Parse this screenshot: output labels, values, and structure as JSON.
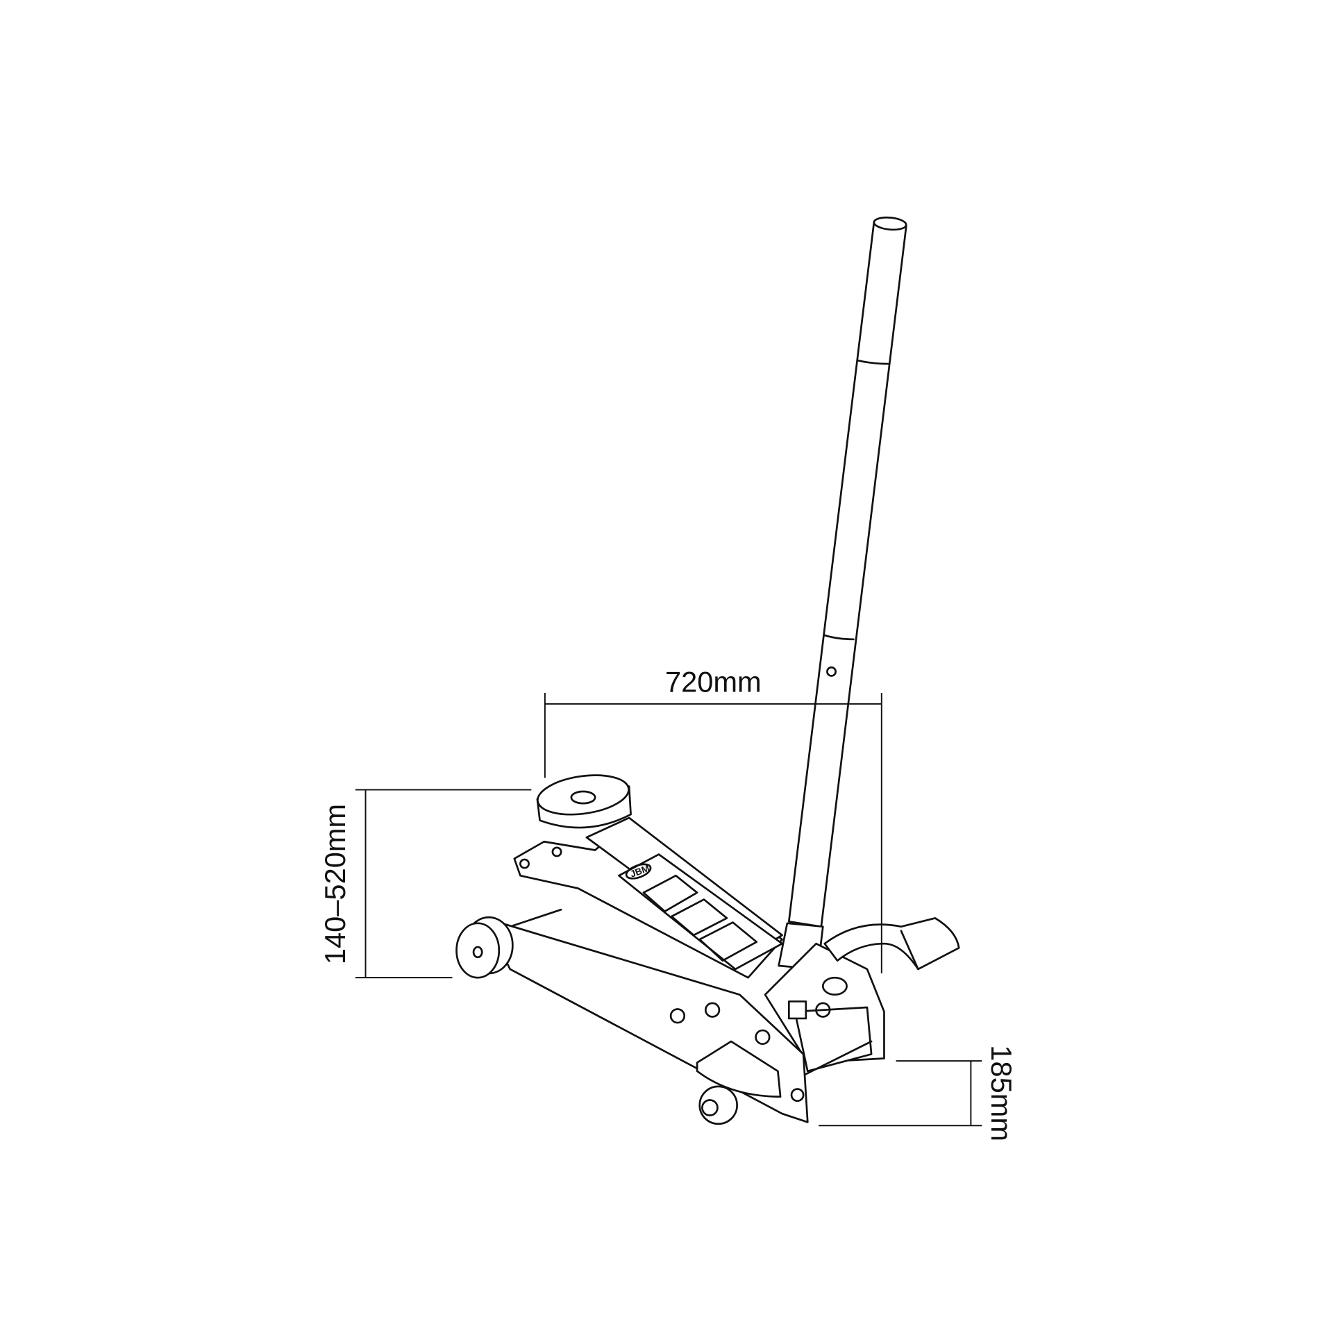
{
  "dimensions": {
    "length": "720mm",
    "lift_range": "140–520mm",
    "handle_height": "185mm"
  },
  "logo": "JBM",
  "colors": {
    "line": "#111111",
    "background": "#ffffff"
  }
}
